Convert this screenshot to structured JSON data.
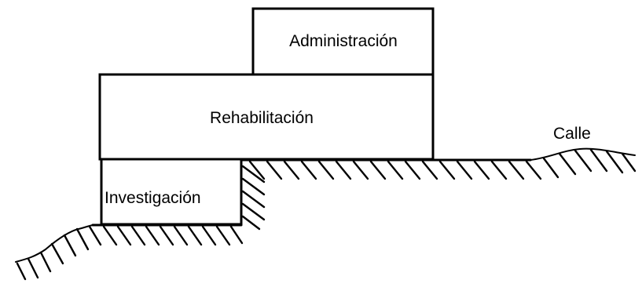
{
  "diagram": {
    "blocks": {
      "administracion": "Administración",
      "rehabilitacion": "Rehabilitación",
      "investigacion": "Investigación"
    },
    "street_label": "Calle"
  }
}
